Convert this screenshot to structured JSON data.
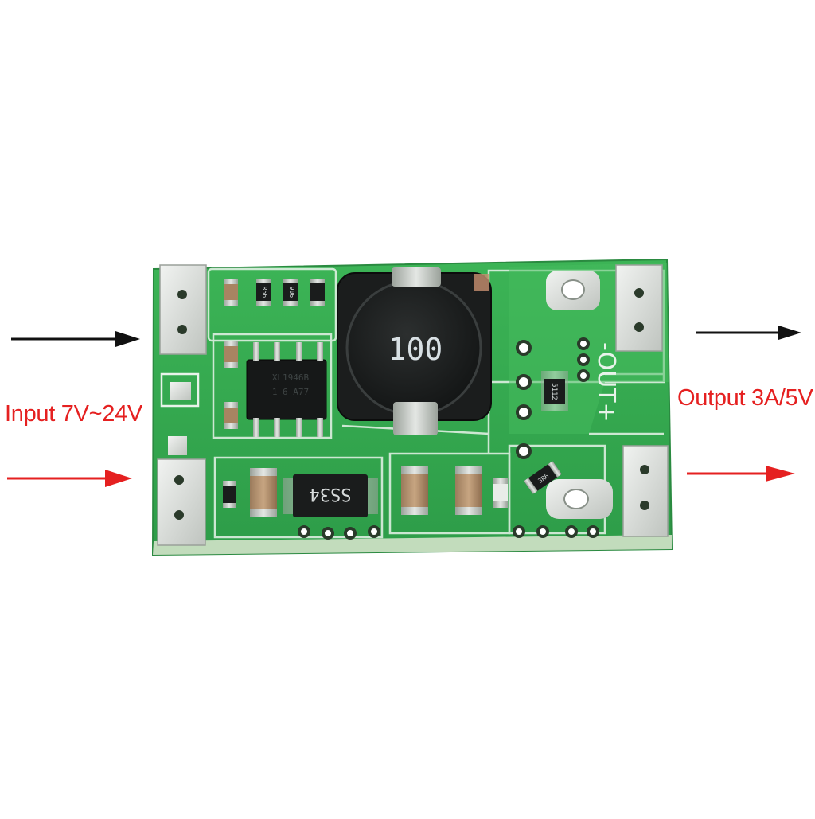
{
  "labels": {
    "input": "Input 7V~24V",
    "output": "Output 3A/5V"
  },
  "board": {
    "inductor_marking": "100",
    "diode_marking": "SS34",
    "resistor_marking": "5112",
    "resistor2_marking": "3R6",
    "resistor3_marking": "R56",
    "resistor4_marking": "906",
    "output_silk": "-OUT+"
  },
  "colors": {
    "pcb": "#33a84e",
    "pcb_dark": "#2a9443",
    "silkscreen": "#e8f3ea",
    "pad": "#d8dcd8",
    "arrow_input": "#e52020",
    "arrow_output": "#e52020",
    "arrow_black": "#111111"
  }
}
